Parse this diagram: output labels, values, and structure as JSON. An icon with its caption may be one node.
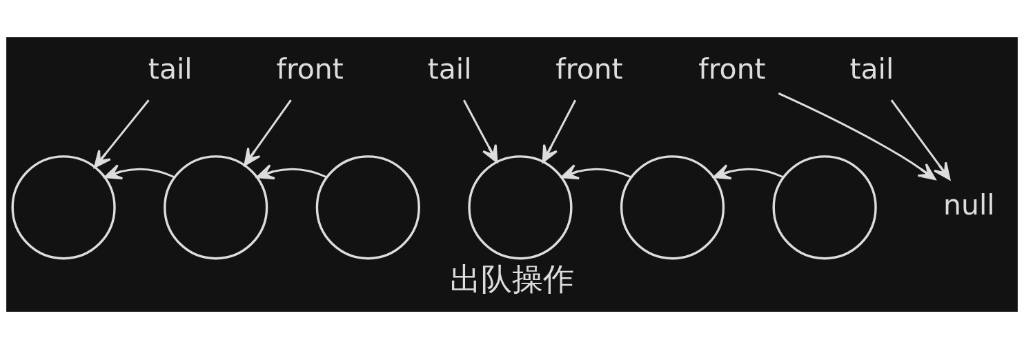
{
  "diagram": {
    "caption": "出队操作",
    "nodes": [
      {
        "text": [
          "tail"
        ]
      },
      {
        "text": [
          "front"
        ]
      },
      {
        "text": [],
        "shape": "circle"
      },
      {
        "text": [],
        "shape": "circle"
      },
      {
        "text": [],
        "shape": "circle"
      },
      {
        "text": [
          "tail"
        ]
      },
      {
        "text": [
          "front"
        ]
      },
      {
        "text": [],
        "shape": "circle"
      },
      {
        "text": [],
        "shape": "circle"
      },
      {
        "text": [],
        "shape": "circle"
      },
      {
        "text": [
          "front"
        ]
      },
      {
        "text": [
          "tail"
        ]
      },
      {
        "text": [
          "null"
        ]
      }
    ],
    "edges": [
      {
        "from": 0,
        "to": 2,
        "arrow": "to"
      },
      {
        "from": 1,
        "to": 3,
        "arrow": "to"
      },
      {
        "from": 3,
        "to": 2,
        "arrow": "to"
      },
      {
        "from": 4,
        "to": 3,
        "arrow": "to"
      },
      {
        "from": 5,
        "to": 7,
        "arrow": "to"
      },
      {
        "from": 6,
        "to": 7,
        "arrow": "to"
      },
      {
        "from": 8,
        "to": 7,
        "arrow": "to"
      },
      {
        "from": 9,
        "to": 8,
        "arrow": "to"
      },
      {
        "from": 10,
        "to": 12,
        "arrow": "to"
      },
      {
        "from": 11,
        "to": 12,
        "arrow": "to"
      }
    ]
  }
}
